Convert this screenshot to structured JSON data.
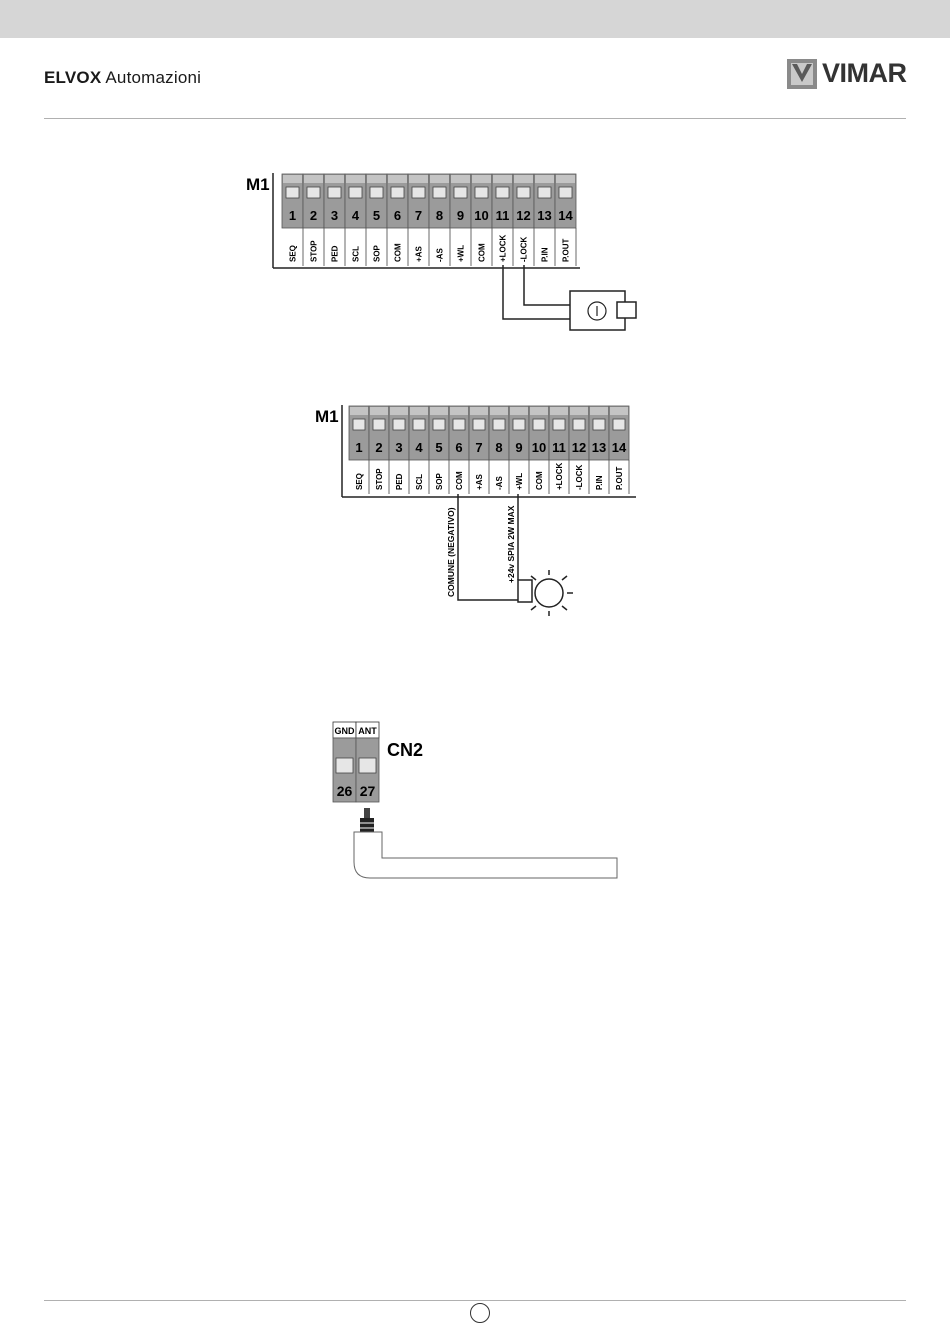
{
  "header": {
    "brand_bold": "ELVOX",
    "brand_light": "Automazioni",
    "logo_word": "VIMAR"
  },
  "diagram1": {
    "block_label": "M1",
    "terminals": [
      "1",
      "2",
      "3",
      "4",
      "5",
      "6",
      "7",
      "8",
      "9",
      "10",
      "11",
      "12",
      "13",
      "14"
    ],
    "labels": [
      "SEQ",
      "STOP",
      "PED",
      "SCL",
      "SOP",
      "COM",
      "+AS",
      "-AS",
      "+WL",
      "COM",
      "+LOCK",
      "-LOCK",
      "P.IN",
      "P.OUT"
    ]
  },
  "diagram2": {
    "block_label": "M1",
    "terminals": [
      "1",
      "2",
      "3",
      "4",
      "5",
      "6",
      "7",
      "8",
      "9",
      "10",
      "11",
      "12",
      "13",
      "14"
    ],
    "labels": [
      "SEQ",
      "STOP",
      "PED",
      "SCL",
      "SOP",
      "COM",
      "+AS",
      "-AS",
      "+WL",
      "COM",
      "+LOCK",
      "-LOCK",
      "P.IN",
      "P.OUT"
    ],
    "wire_left_label": "COMUNE (NEGATIVO)",
    "wire_right_label": "+24v SPIA 2W MAX"
  },
  "diagram3": {
    "block_label": "CN2",
    "terminals": [
      "26",
      "27"
    ],
    "labels": [
      "GND",
      "ANT"
    ]
  }
}
